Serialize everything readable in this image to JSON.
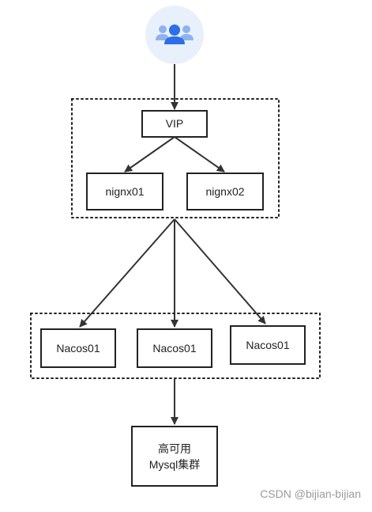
{
  "diagram": {
    "colors": {
      "line": "#333333",
      "box_stroke": "#222222",
      "user_circle": "#e8f0fc",
      "user_icon_main": "#2c6fe8",
      "user_icon_side": "#8fb2ef"
    },
    "user": {
      "icon": "users-icon"
    },
    "load_balancer_group": {
      "vip_label": "VIP",
      "nginx_nodes": [
        "nignx01",
        "nignx02"
      ]
    },
    "nacos_group": {
      "nodes": [
        "Nacos01",
        "Nacos01",
        "Nacos01"
      ]
    },
    "database": {
      "line1": "高可用",
      "line2": "Mysql集群"
    }
  },
  "watermark": "CSDN @bijian-bijian"
}
